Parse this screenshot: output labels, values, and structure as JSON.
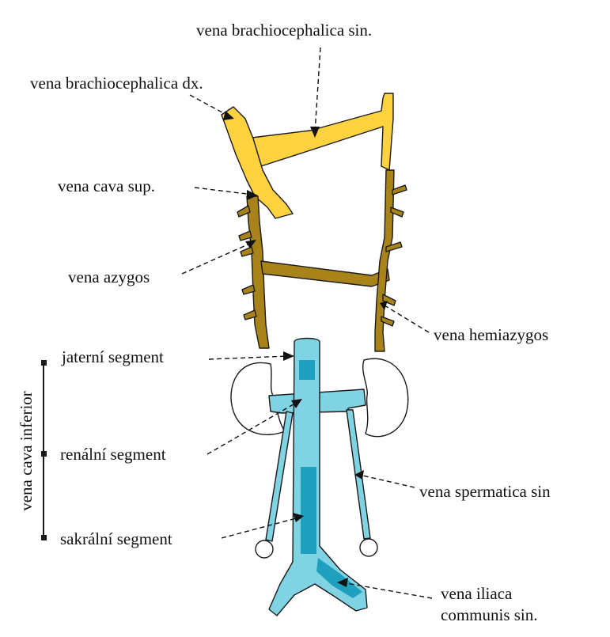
{
  "colors": {
    "superior_veins": "#FFD23F",
    "azygos_system": "#A8831A",
    "inferior_cava": "#7FD3E2",
    "inferior_cava_dark": "#1FA0BE",
    "outline": "#1a1a1a",
    "background": "#ffffff"
  },
  "labels": {
    "brachio_sin": "vena brachiocephalica sin.",
    "brachio_dx": "vena brachiocephalica dx.",
    "cava_sup": "vena cava sup.",
    "azygos": "vena azygos",
    "hemiazygos": "vena hemiazygos",
    "jaterni": "jaterní segment",
    "renalni": "renální segment",
    "sakralni": "sakrální segment",
    "spermatica": "vena spermatica sin",
    "iliaca_line1": "vena iliaca",
    "iliaca_line2": "communis sin.",
    "cava_inferior_vertical": "vena cava inferior"
  }
}
